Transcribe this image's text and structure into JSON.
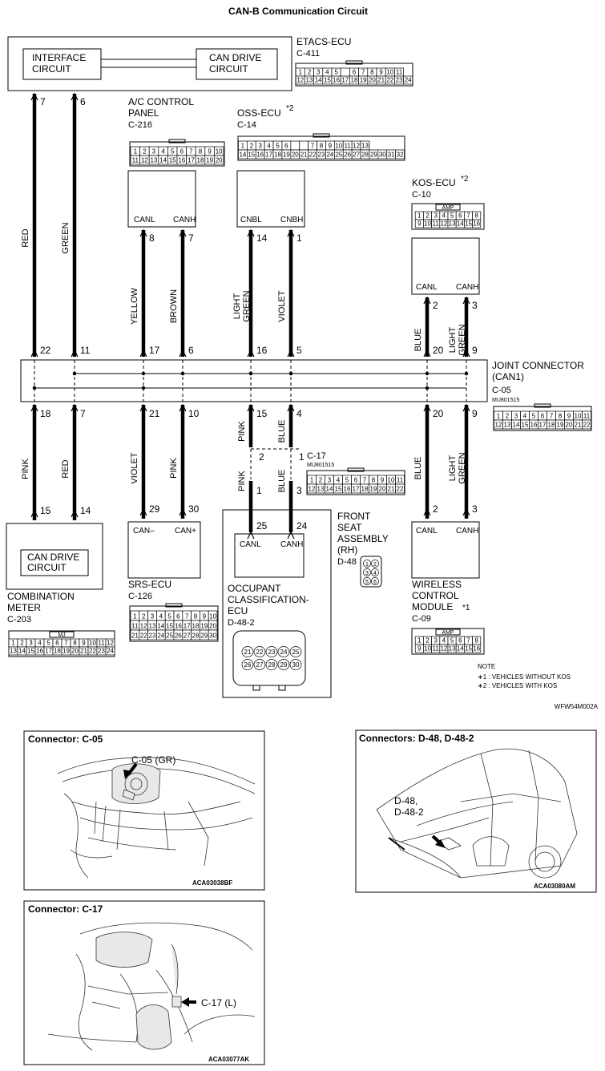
{
  "title": "CAN-B Communication Circuit",
  "figure_code": "WFW54M002A",
  "components": {
    "etacs": {
      "name": "ETACS-ECU",
      "code": "C-411",
      "interface": [
        "INTERFACE",
        "CIRCUIT"
      ],
      "can_drive": [
        "CAN DRIVE",
        "CIRCUIT"
      ],
      "connector_rows": [
        [
          "1",
          "2",
          "3",
          "4",
          "5",
          "",
          "6",
          "7",
          "8",
          "9",
          "10",
          "11"
        ],
        [
          "12",
          "13",
          "14",
          "15",
          "16",
          "17",
          "18",
          "19",
          "20",
          "21",
          "22",
          "23",
          "24"
        ]
      ]
    },
    "ac_panel": {
      "name": [
        "A/C CONTROL",
        "PANEL"
      ],
      "code": "C-216",
      "pin_left": "CANL",
      "pin_right": "CANH",
      "connector_rows": [
        [
          "1",
          "2",
          "3",
          "4",
          "5",
          "6",
          "7",
          "8",
          "9",
          "10"
        ],
        [
          "11",
          "12",
          "13",
          "14",
          "15",
          "16",
          "17",
          "18",
          "19",
          "20"
        ]
      ]
    },
    "oss": {
      "name": "OSS-ECU",
      "note_mark": "*2",
      "code": "C-14",
      "pin_left": "CNBL",
      "pin_right": "CNBH",
      "connector_rows": [
        [
          "1",
          "2",
          "3",
          "4",
          "5",
          "6",
          "",
          "",
          "7",
          "8",
          "9",
          "10",
          "11",
          "12",
          "13"
        ],
        [
          "14",
          "15",
          "16",
          "17",
          "18",
          "19",
          "20",
          "21",
          "22",
          "23",
          "24",
          "25",
          "26",
          "27",
          "28",
          "29",
          "30",
          "31",
          "32"
        ]
      ]
    },
    "kos": {
      "name": "KOS-ECU",
      "note_mark": "*2",
      "code": "C-10",
      "header": "AMP",
      "pin_left": "CANL",
      "pin_right": "CANH",
      "connector_rows": [
        [
          "1",
          "2",
          "3",
          "4",
          "5",
          "6",
          "7",
          "8"
        ],
        [
          "9",
          "10",
          "11",
          "12",
          "13",
          "14",
          "15",
          "16"
        ]
      ]
    },
    "joint": {
      "name": [
        "JOINT CONNECTOR",
        "(CAN1)"
      ],
      "code": "C-05",
      "part": "MU801515",
      "connector_rows": [
        [
          "1",
          "2",
          "3",
          "4",
          "5",
          "6",
          "7",
          "8",
          "9",
          "10",
          "11"
        ],
        [
          "12",
          "13",
          "14",
          "15",
          "16",
          "17",
          "18",
          "19",
          "20",
          "21",
          "22"
        ]
      ]
    },
    "c17": {
      "code": "C-17",
      "part": "MU801515",
      "connector_rows": [
        [
          "1",
          "2",
          "3",
          "4",
          "5",
          "6",
          "7",
          "8",
          "9",
          "10",
          "11"
        ],
        [
          "12",
          "13",
          "14",
          "15",
          "16",
          "17",
          "18",
          "19",
          "20",
          "21",
          "22"
        ]
      ]
    },
    "combination_meter": {
      "name": [
        "COMBINATION",
        "METER"
      ],
      "code": "C-203",
      "inner": [
        "CAN DRIVE",
        "CIRCUIT"
      ],
      "header": "MJ",
      "connector_rows": [
        [
          "1",
          "2",
          "3",
          "4",
          "5",
          "6",
          "7",
          "8",
          "9",
          "10",
          "11",
          "12"
        ],
        [
          "13",
          "14",
          "15",
          "16",
          "17",
          "18",
          "19",
          "20",
          "21",
          "22",
          "23",
          "24"
        ]
      ]
    },
    "srs": {
      "name": "SRS-ECU",
      "code": "C-126",
      "pin_left": "CAN–",
      "pin_right": "CAN+",
      "connector_rows": [
        [
          "1",
          "2",
          "3",
          "4",
          "5",
          "6",
          "7",
          "8",
          "9",
          "10"
        ],
        [
          "11",
          "12",
          "13",
          "14",
          "15",
          "16",
          "17",
          "18",
          "19",
          "20"
        ],
        [
          "21",
          "22",
          "23",
          "24",
          "25",
          "26",
          "27",
          "28",
          "29",
          "30"
        ]
      ]
    },
    "occupant": {
      "name": [
        "OCCUPANT",
        "CLASSIFICATION-",
        "ECU"
      ],
      "code": "D-48-2",
      "pin_left": "CANL",
      "pin_right": "CANH",
      "connector_rows": [
        [
          "21",
          "22",
          "23",
          "24",
          "25"
        ],
        [
          "26",
          "27",
          "28",
          "29",
          "30"
        ]
      ]
    },
    "front_seat": {
      "name": [
        "FRONT",
        "SEAT",
        "ASSEMBLY",
        "(RH)"
      ],
      "code": "D-48",
      "pins": [
        "1",
        "2",
        "3",
        "4",
        "5",
        "6"
      ]
    },
    "wireless": {
      "name": [
        "WIRELESS",
        "CONTROL",
        "MODULE"
      ],
      "note_mark": "*1",
      "code": "C-09",
      "header": "AMP",
      "pin_left": "CANL",
      "pin_right": "CANH",
      "connector_rows": [
        [
          "1",
          "2",
          "3",
          "4",
          "5",
          "6",
          "7",
          "8"
        ],
        [
          "9",
          "10",
          "11",
          "12",
          "13",
          "14",
          "15",
          "16"
        ]
      ]
    }
  },
  "wires": {
    "upper": [
      {
        "pin_top": "7",
        "color": "RED",
        "pin_joint": "22"
      },
      {
        "pin_top": "6",
        "color": "GREEN",
        "pin_joint": "11"
      },
      {
        "pin_top": "8",
        "color": "YELLOW",
        "pin_joint": "17"
      },
      {
        "pin_top": "7",
        "color": "BROWN",
        "pin_joint": "6"
      },
      {
        "pin_top": "14",
        "color": "LIGHT GREEN",
        "pin_joint": "16"
      },
      {
        "pin_top": "1",
        "color": "VIOLET",
        "pin_joint": "5"
      },
      {
        "pin_top": "2",
        "color": "BLUE",
        "pin_joint": "20"
      },
      {
        "pin_top": "3",
        "color": "LIGHT GREEN",
        "pin_joint": "9"
      }
    ],
    "lower": [
      {
        "pin_joint": "18",
        "color": "PINK",
        "pin_bottom": "15"
      },
      {
        "pin_joint": "7",
        "color": "RED",
        "pin_bottom": "14"
      },
      {
        "pin_joint": "21",
        "color": "VIOLET",
        "pin_bottom": "29"
      },
      {
        "pin_joint": "10",
        "color": "PINK",
        "pin_bottom": "30"
      },
      {
        "pin_joint": "15",
        "color": "PINK",
        "pin_c17_top": "2",
        "color2": "PINK",
        "pin_c17_bottom": "1",
        "pin_bottom": "25"
      },
      {
        "pin_joint": "4",
        "color": "BLUE",
        "pin_c17_top": "1",
        "color2": "BLUE",
        "pin_c17_bottom": "3",
        "pin_bottom": "24"
      },
      {
        "pin_joint": "20",
        "color": "BLUE",
        "pin_bottom": "2"
      },
      {
        "pin_joint": "9",
        "color": "LIGHT GREEN",
        "pin_bottom": "3"
      }
    ]
  },
  "note": {
    "heading": "NOTE",
    "lines": [
      "∗1 : VEHICLES WITHOUT KOS",
      "∗2 : VEHICLES WITH KOS"
    ]
  },
  "location_views": [
    {
      "title": "Connector: C-05",
      "label": "C-05 (GR)",
      "code": "ACA03038BF"
    },
    {
      "title": "Connectors: D-48, D-48-2",
      "label": [
        "D-48,",
        "D-48-2"
      ],
      "code": "ACA03080AM"
    },
    {
      "title": "Connector: C-17",
      "label": "C-17 (L)",
      "code": "ACA03077AK"
    }
  ],
  "colors": {
    "line": "#000000",
    "background": "#ffffff",
    "connector_shade": "#e8e8e8"
  }
}
